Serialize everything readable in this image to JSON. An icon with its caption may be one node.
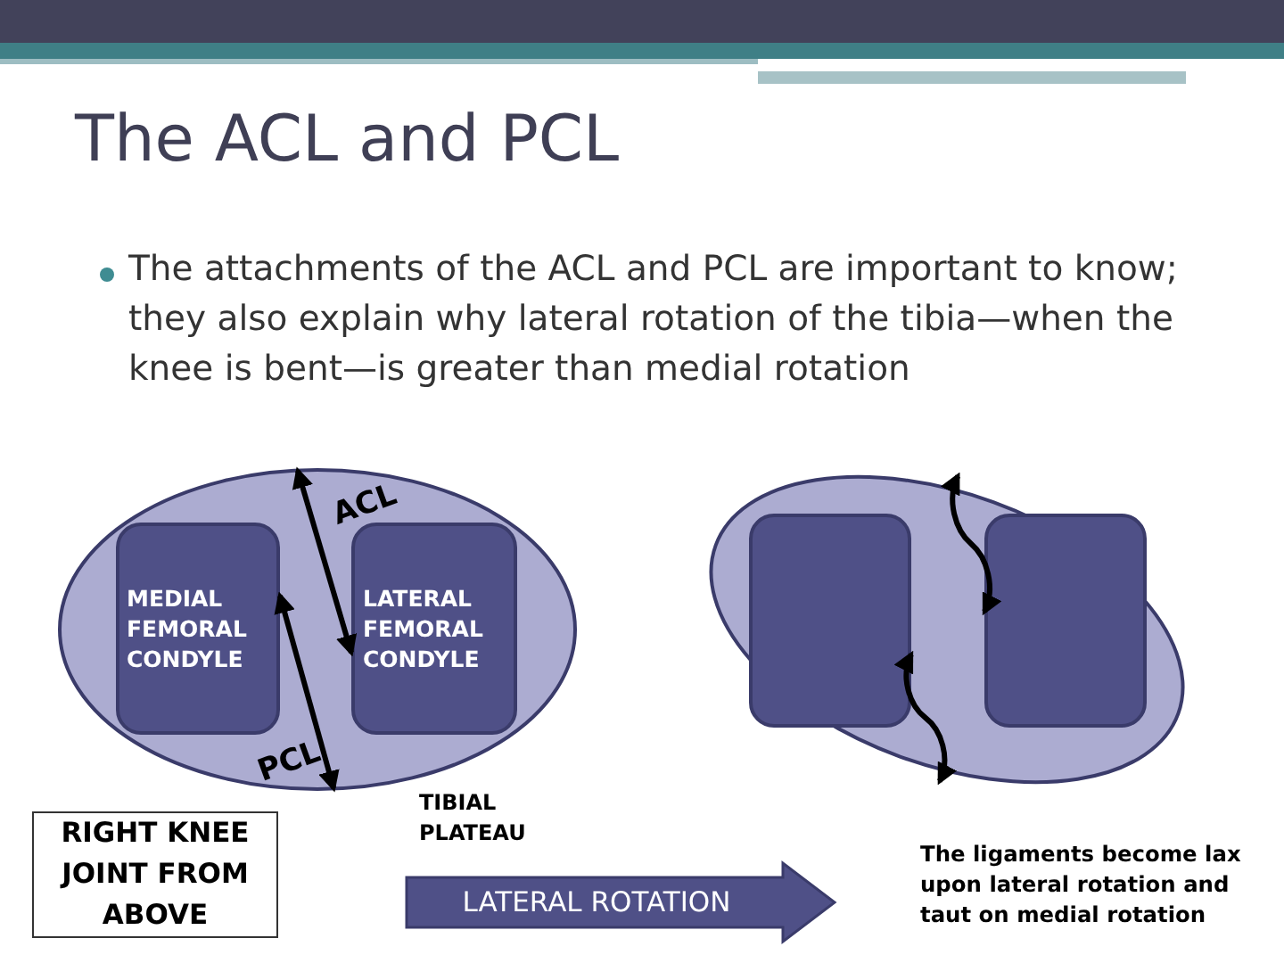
{
  "diagram": {
    "title": "The ACL and PCL",
    "nodes": [
      {
        "text": [],
        "shape": "ellipse",
        "beside": [
          "TIBIAL PLATEAU"
        ]
      },
      {
        "text": [
          "MEDIAL FEMORAL CONDYLE"
        ],
        "in": 0
      },
      {
        "text": [
          "LATERAL FEMORAL CONDYLE"
        ],
        "in": 0
      },
      {
        "text": [
          "RIGHT KNEE JOINT FROM ABOVE"
        ]
      },
      {
        "text": [],
        "shape": "ellipse"
      },
      {
        "text": [],
        "shape": "box",
        "in": 4
      },
      {
        "text": [],
        "shape": "box",
        "in": 4
      },
      {
        "text": [
          "LATERAL ROTATION"
        ]
      }
    ],
    "edges": [
      {
        "from": 0,
        "to": 2,
        "arrow": "both",
        "label": "ACL"
      },
      {
        "from": 1,
        "to": 0,
        "arrow": "both",
        "label": "PCL"
      },
      {
        "from": 4,
        "to": 6,
        "arrow": "both"
      },
      {
        "from": 5,
        "to": 4,
        "arrow": "both"
      }
    ],
    "labels": [
      "The attachments of the ACL and PCL are important to know; they also explain why lateral rotation of the tibia—when the knee is bent—is greater than medial rotation",
      "The ligaments become lax upon lateral rotation and taut on medial rotation"
    ]
  }
}
